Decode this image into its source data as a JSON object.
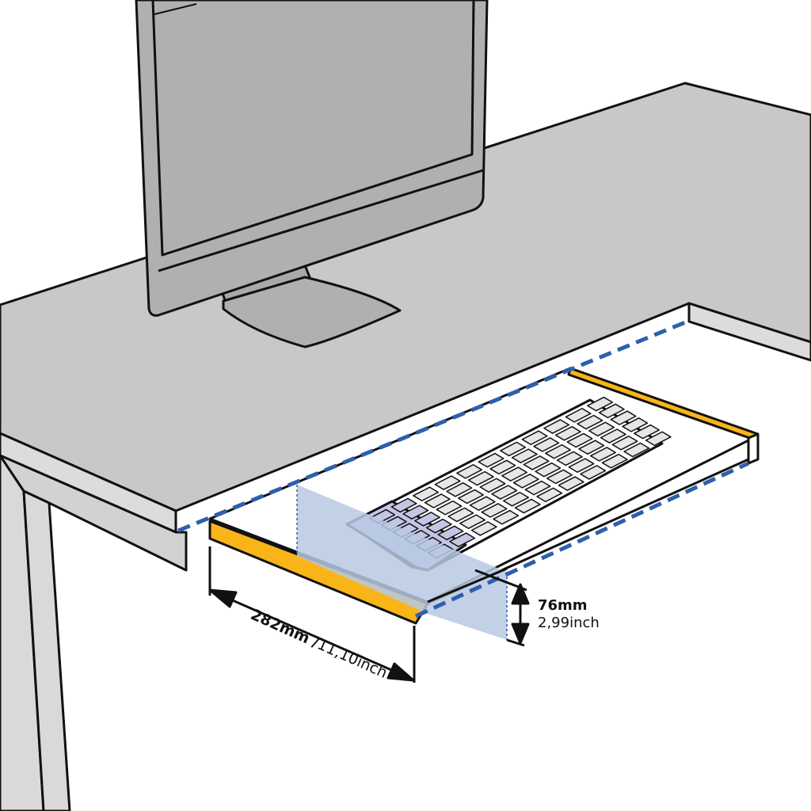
{
  "dimensions": {
    "width_mm": "282mm",
    "separator": "/",
    "width_inch": "11,10inch",
    "height_mm": "76mm",
    "height_inch": "2,99inch"
  },
  "colors": {
    "desk": "#c8c8c8",
    "desk_front": "#dcdcdc",
    "monitor": "#b1b0b1",
    "tray_rail": "#f9b517",
    "dashed_outline": "#2d5fad",
    "highlight_panel": "#b7c9e2",
    "numpad_highlight": "#c5c5e6"
  }
}
